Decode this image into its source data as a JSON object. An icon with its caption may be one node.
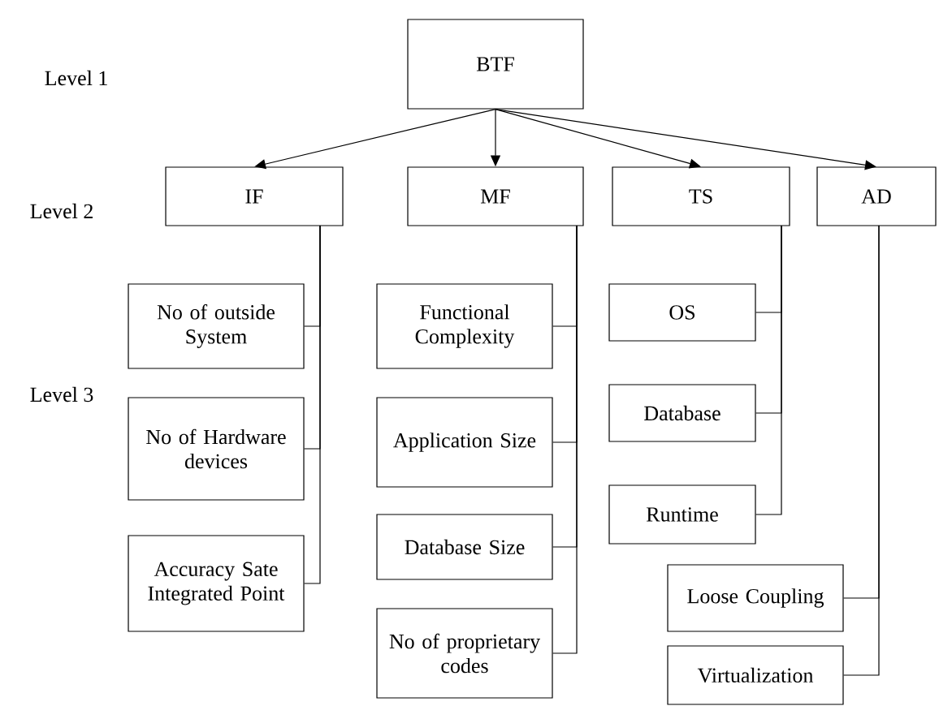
{
  "diagram": {
    "nodes": [
      {
        "text": [
          "BTF"
        ]
      },
      {
        "text": [
          "IF"
        ]
      },
      {
        "text": [
          "MF"
        ]
      },
      {
        "text": [
          "TS"
        ]
      },
      {
        "text": [
          "AD"
        ]
      },
      {
        "text": [
          "No of outside System"
        ]
      },
      {
        "text": [
          "No of Hardware devices"
        ]
      },
      {
        "text": [
          "Accuracy Sate Integrated Point"
        ]
      },
      {
        "text": [
          "Functional Complexity"
        ]
      },
      {
        "text": [
          "Application Size"
        ]
      },
      {
        "text": [
          "Database Size"
        ]
      },
      {
        "text": [
          "No of proprietary codes"
        ]
      },
      {
        "text": [
          "OS"
        ]
      },
      {
        "text": [
          "Database"
        ]
      },
      {
        "text": [
          "Runtime"
        ]
      },
      {
        "text": [
          "Loose Coupling"
        ]
      },
      {
        "text": [
          "Virtualization"
        ]
      }
    ],
    "edges": [
      {
        "from": 0,
        "to": 1,
        "arrow": "to"
      },
      {
        "from": 0,
        "to": 2,
        "arrow": "to"
      },
      {
        "from": 0,
        "to": 3,
        "arrow": "to"
      },
      {
        "from": 0,
        "to": 4,
        "arrow": "to"
      },
      {
        "from": 1,
        "to": 5,
        "arrow": "none"
      },
      {
        "from": 1,
        "to": 6,
        "arrow": "none"
      },
      {
        "from": 1,
        "to": 7,
        "arrow": "none"
      },
      {
        "from": 2,
        "to": 8,
        "arrow": "none"
      },
      {
        "from": 2,
        "to": 9,
        "arrow": "none"
      },
      {
        "from": 2,
        "to": 10,
        "arrow": "none"
      },
      {
        "from": 2,
        "to": 11,
        "arrow": "none"
      },
      {
        "from": 3,
        "to": 12,
        "arrow": "none"
      },
      {
        "from": 3,
        "to": 13,
        "arrow": "none"
      },
      {
        "from": 3,
        "to": 14,
        "arrow": "none"
      },
      {
        "from": 4,
        "to": 15,
        "arrow": "none"
      },
      {
        "from": 4,
        "to": 16,
        "arrow": "none"
      }
    ],
    "labels": [
      "Level 1",
      "Level 2",
      "Level 3"
    ]
  }
}
